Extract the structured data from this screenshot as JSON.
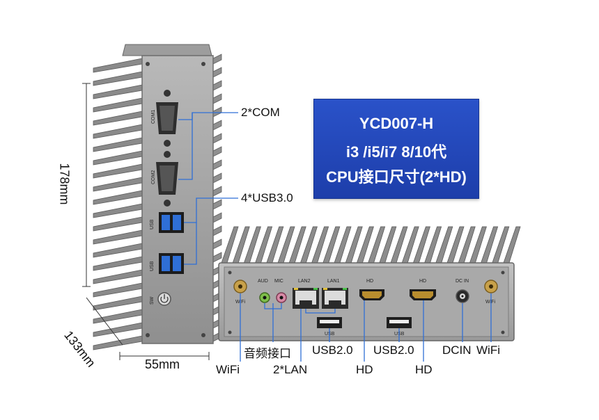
{
  "info_box": {
    "line1": "YCD007-H",
    "line2": "i3 /i5/i7  8/10代",
    "line3": "CPU接口尺寸(2*HD)",
    "color": "#1f44b4"
  },
  "callouts": {
    "com": "2*COM",
    "usb30": "4*USB3.0",
    "wifi_left": "WiFi",
    "audio": "音频接口",
    "lan": "2*LAN",
    "usb20_a": "USB2.0",
    "hd_a": "HD",
    "usb20_b": "USB2.0",
    "hd_b": "HD",
    "dcin": "DCIN",
    "wifi_right": "WiFi"
  },
  "dimensions": {
    "height": "178mm",
    "depth": "133mm",
    "width": "55mm"
  },
  "side_panel_labels": {
    "com1": "COM1",
    "com2": "COM2",
    "usb_a": "USB",
    "usb_b": "USB",
    "sw": "SW"
  },
  "front_panel_labels": {
    "aud": "AUD",
    "mic": "MIC",
    "lan2": "LAN2",
    "lan1": "LAN1",
    "hd_a": "HD",
    "hd_b": "HD",
    "dcin": "DC IN",
    "wifi_a": "WiFi",
    "wifi_b": "WiFi",
    "usb_a": "USB",
    "usb_b": "USB"
  },
  "colors": {
    "chassis": "#9a9a9a",
    "fins": "#7c7c7c",
    "usb3_blue": "#2f6fd6",
    "leader_line": "#2f6fd6"
  }
}
